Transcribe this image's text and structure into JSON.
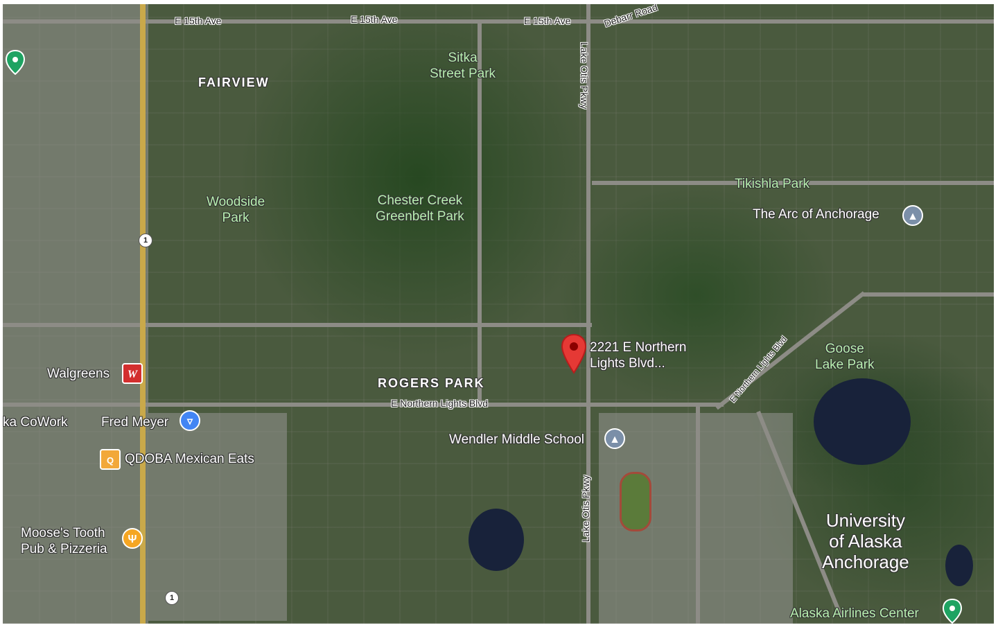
{
  "roads": {
    "e15th_a": "E 15th Ave",
    "e15th_b": "E 15th Ave",
    "e15th_c": "E 15th Ave",
    "debarr": "Debarr Road",
    "lake_otis_north": "Lake Otis Pkwy",
    "lake_otis_south": "Lake Otis Pkwy",
    "northern_lights": "E Northern Lights Blvd",
    "northern_lights_curve": "E Northern Lights Blvd",
    "route_1_north": "1",
    "route_1_south": "1"
  },
  "neighborhoods": {
    "fairview": "FAIRVIEW",
    "rogers_park": "ROGERS PARK",
    "uaa": "University\nof Alaska\nAnchorage"
  },
  "parks": {
    "sitka": "Sitka\nStreet Park",
    "woodside": "Woodside\nPark",
    "chester": "Chester Creek\nGreenbelt Park",
    "tikishla": "Tikishla Park",
    "goose": "Goose\nLake Park"
  },
  "places": {
    "selected": "2221 E Northern\nLights Blvd...",
    "arc": "The Arc of Anchorage",
    "walgreens": "Walgreens",
    "cowork": "ka CoWork",
    "fred_meyer": "Fred Meyer",
    "qdoba": "QDOBA Mexican Eats",
    "moose": "Moose's Tooth\nPub & Pizzeria",
    "wendler": "Wendler Middle School",
    "alaska_airlines": "Alaska Airlines Center"
  },
  "icons": {
    "selected": "red-location-pin",
    "school": "graduation-cap",
    "shopping": "shopping-bag",
    "food": "fork-knife",
    "venue": "green-pin"
  },
  "colors": {
    "selected_pin": "#e53935",
    "school": "#7b8fa8",
    "shopping": "#4285f4",
    "food": "#f5a623",
    "venue": "#1ea362",
    "walgreens": "#d32f2f",
    "qdoba": "#f2a83a"
  }
}
